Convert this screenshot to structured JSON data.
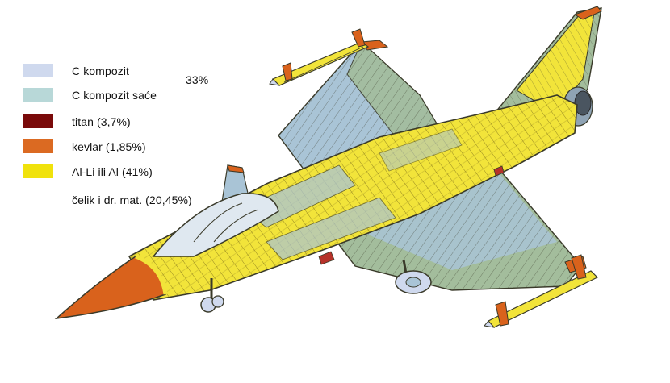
{
  "legend": {
    "items": [
      {
        "label": "C kompozit",
        "color": "#cfd9ee"
      },
      {
        "label": "C kompozit saće",
        "color": "#b8d8d8"
      },
      {
        "label": "titan (3,7%)",
        "color": "#7a0a0a"
      },
      {
        "label": "kevlar (1,85%)",
        "color": "#db6a22"
      },
      {
        "label": "Al-Li ili Al (41%)",
        "color": "#f0e20c"
      }
    ],
    "composite_share": "33%",
    "steel_label": "čelik i dr. mat. (20,45%)"
  },
  "colors": {
    "airframe_yellow": "#f2e43a",
    "composite_blue": "#a9c4d6",
    "honeycomb_green": "#a3bd9c",
    "kevlar_orange": "#d9621c",
    "titan_red": "#b6322a",
    "outline": "#3a3a2a"
  }
}
